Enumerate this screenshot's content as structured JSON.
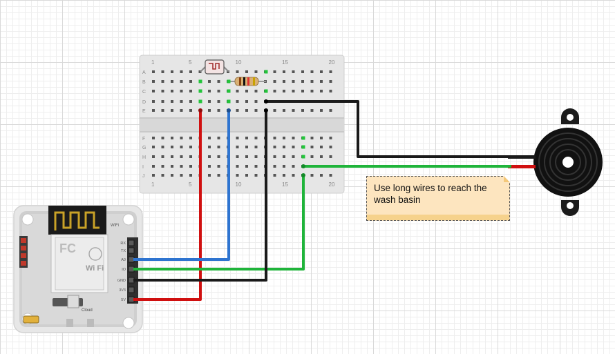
{
  "breadboard": {
    "row_labels": [
      "A",
      "B",
      "C",
      "D",
      "E",
      "F",
      "G",
      "H",
      "I",
      "J"
    ],
    "column_numbers": [
      "1",
      "5",
      "10",
      "15",
      "20"
    ]
  },
  "board": {
    "wifi_label": "WiFi",
    "wifi_logo": "WiFi",
    "module_label": "Wi Fi",
    "cloud_label": "Cloud",
    "pin_labels": [
      "RX",
      "TX",
      "A0",
      "IO",
      "GND",
      "3V3",
      "5V"
    ]
  },
  "note": {
    "text_line1": "Use long wires to reach the",
    "text_line2": "wash basin"
  },
  "colors": {
    "wire_red": "#d01010",
    "wire_blue": "#2e74d0",
    "wire_green": "#1fb43a",
    "wire_black": "#1a1a1a",
    "note_bg": "#fde5bf",
    "breadboard": "#e6e6e6"
  }
}
